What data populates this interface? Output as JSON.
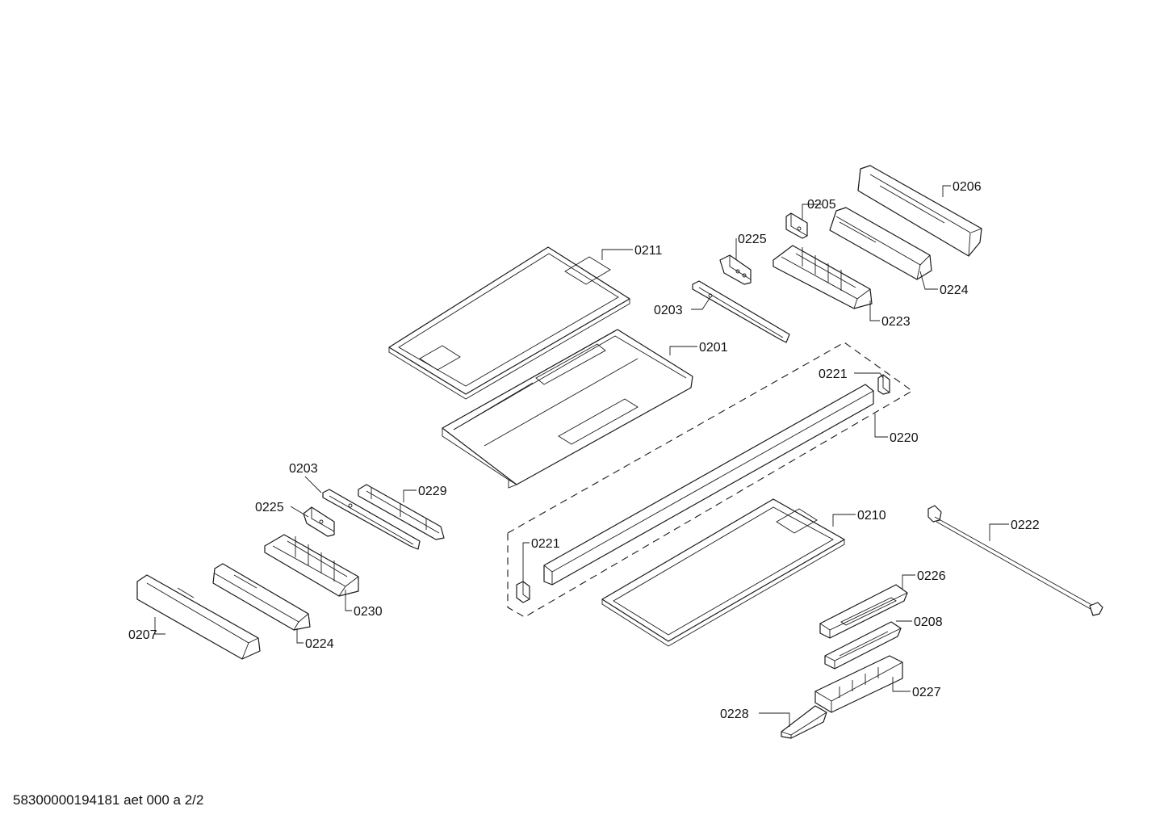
{
  "drawing": {
    "footer_code": "58300000194181 aet 000 a 2/2"
  },
  "callouts": {
    "c0206": "0206",
    "c0205": "0205",
    "c0225_top": "0225",
    "c0211": "0211",
    "c0224_top": "0224",
    "c0203_top": "0203",
    "c0223": "0223",
    "c0201": "0201",
    "c0221_top": "0221",
    "c0220": "0220",
    "c0203_left": "0203",
    "c0229": "0229",
    "c0225_left": "0225",
    "c0210": "0210",
    "c0222": "0222",
    "c0221_left": "0221",
    "c0226": "0226",
    "c0230": "0230",
    "c0207": "0207",
    "c0208": "0208",
    "c0224_left": "0224",
    "c0227": "0227",
    "c0228": "0228"
  }
}
